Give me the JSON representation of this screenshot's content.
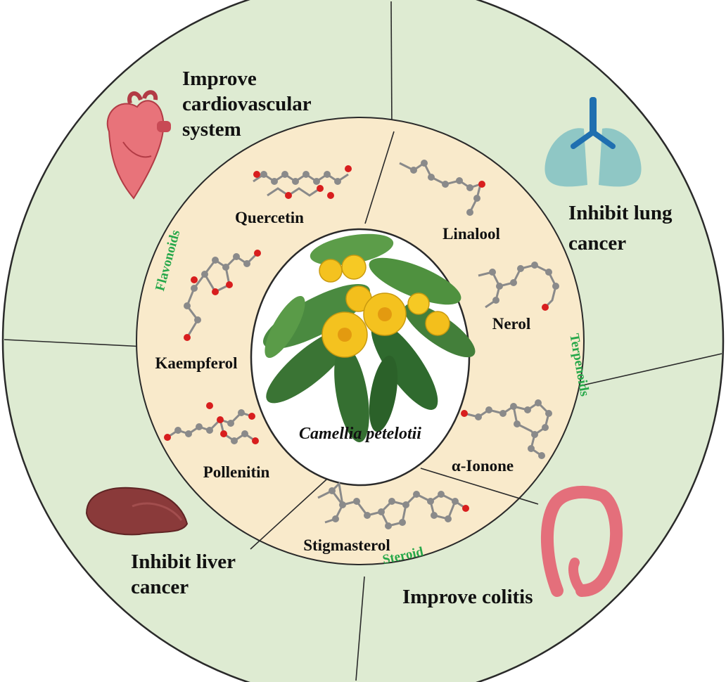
{
  "center": {
    "label": "Camellia petelotii"
  },
  "colors": {
    "outer_ring": "#deebd2",
    "inner_ring": "#f9eacb",
    "center_fill": "#ffffff",
    "stroke": "#2a2a2a",
    "class_label": "#27a84a",
    "carbon": "#8a8a8a",
    "oxygen": "#d81e1e",
    "hydrogen": "#f2f2f2",
    "leaf": "#3f7f3a",
    "flower": "#f4c21f"
  },
  "effects": [
    {
      "id": "cardio",
      "lines": [
        "Improve",
        "cardiovascular",
        "system"
      ],
      "icon": "heart-icon"
    },
    {
      "id": "lung",
      "lines": [
        "Inhibit lung",
        "cancer"
      ],
      "icon": "lungs-icon"
    },
    {
      "id": "colitis",
      "lines": [
        "Improve colitis"
      ],
      "icon": "colon-icon"
    },
    {
      "id": "liver",
      "lines": [
        "Inhibit liver",
        "cancer"
      ],
      "icon": "liver-icon"
    }
  ],
  "classes": [
    {
      "id": "flavonoids",
      "label": "Flavonoids"
    },
    {
      "id": "terpenoids",
      "label": "Terpenoids"
    },
    {
      "id": "steroid",
      "label": "Steroid"
    }
  ],
  "compounds": [
    {
      "id": "quercetin",
      "label": "Quercetin",
      "class": "Flavonoids",
      "icon": "quercetin-molecule-icon"
    },
    {
      "id": "kaempferol",
      "label": "Kaempferol",
      "class": "Flavonoids",
      "icon": "kaempferol-molecule-icon"
    },
    {
      "id": "pollenitin",
      "label": "Pollenitin",
      "class": "Flavonoids",
      "icon": "pollenitin-molecule-icon"
    },
    {
      "id": "linalool",
      "label": "Linalool",
      "class": "Terpenoids",
      "icon": "linalool-molecule-icon"
    },
    {
      "id": "nerol",
      "label": "Nerol",
      "class": "Terpenoids",
      "icon": "nerol-molecule-icon"
    },
    {
      "id": "ionone",
      "label": "α-Ionone",
      "class": "Terpenoids",
      "icon": "ionone-molecule-icon"
    },
    {
      "id": "stigmasterol",
      "label": "Stigmasterol",
      "class": "Steroid",
      "icon": "stigmasterol-molecule-icon"
    }
  ]
}
